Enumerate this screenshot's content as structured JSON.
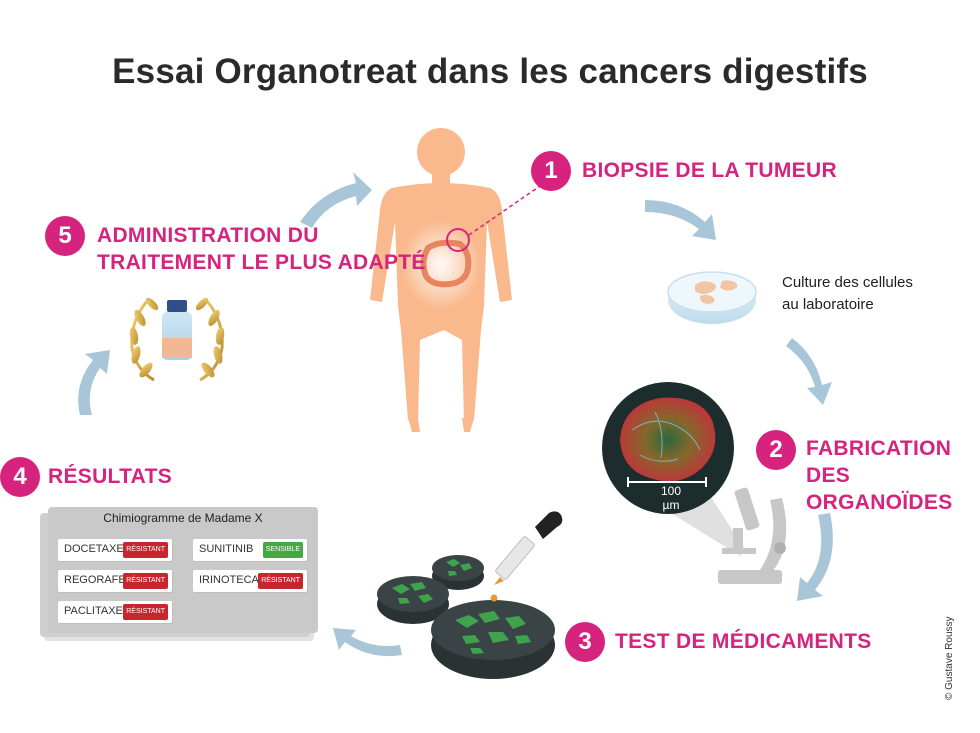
{
  "title": "Essai Organotreat dans les cancers digestifs",
  "steps": [
    {
      "number": "1",
      "line1": "BIOPSIE DE LA TUMEUR",
      "line2": ""
    },
    {
      "number": "2",
      "line1": "FABRICATION",
      "line2": "DES ORGANOÏDES"
    },
    {
      "number": "3",
      "line1": "TEST DE MÉDICAMENTS",
      "line2": ""
    },
    {
      "number": "4",
      "line1": "RÉSULTATS",
      "line2": ""
    },
    {
      "number": "5",
      "line1": "ADMINISTRATION DU",
      "line2": "TRAITEMENT LE PLUS ADAPTÉ"
    }
  ],
  "culture_note": {
    "line1": "Culture des cellules",
    "line2": "au laboratoire"
  },
  "scale_bar": "100 µm",
  "chimiogramme": {
    "title": "Chimiogramme de Madame X",
    "drugs": [
      {
        "name": "DOCETAXEL",
        "status": "RÉSISTANT",
        "type": "resistant"
      },
      {
        "name": "REGORAFENIB",
        "status": "RÉSISTANT",
        "type": "resistant"
      },
      {
        "name": "PACLITAXEL",
        "status": "RÉSISTANT",
        "type": "resistant"
      },
      {
        "name": "SUNITINIB",
        "status": "SENSIBLE",
        "type": "sensible"
      },
      {
        "name": "IRINOTECAN",
        "status": "RÉSISTANT",
        "type": "resistant"
      }
    ]
  },
  "copyright": "© Gustave Roussy",
  "colors": {
    "accent": "#d6247e",
    "arrow": "#a9c6d8",
    "resistant": "#c8262e",
    "sensible": "#45a843",
    "body": "#f9b98c"
  }
}
